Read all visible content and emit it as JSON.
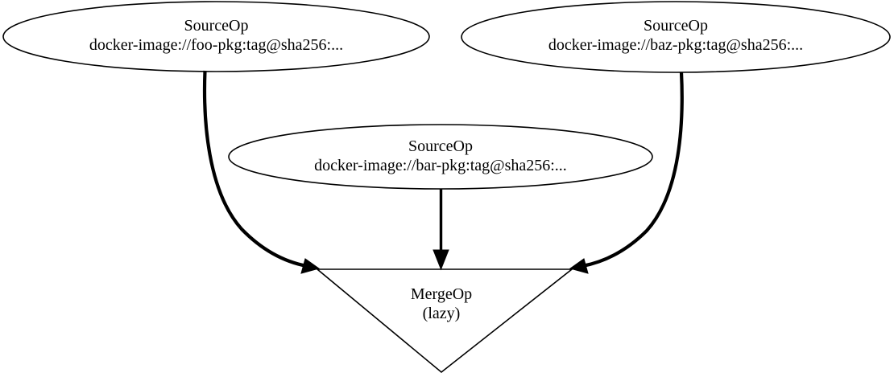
{
  "graph": {
    "title": "operation dependency graph",
    "background_color": "#ffffff",
    "stroke_color": "#000000",
    "nodes": [
      {
        "id": "source-foo",
        "shape": "ellipse",
        "line1": "SourceOp",
        "line2": "docker-image://foo-pkg:tag@sha256:..."
      },
      {
        "id": "source-baz",
        "shape": "ellipse",
        "line1": "SourceOp",
        "line2": "docker-image://baz-pkg:tag@sha256:..."
      },
      {
        "id": "source-bar",
        "shape": "ellipse",
        "line1": "SourceOp",
        "line2": "docker-image://bar-pkg:tag@sha256:..."
      },
      {
        "id": "merge-op",
        "shape": "inverted-triangle",
        "line1": "MergeOp",
        "line2": "(lazy)"
      }
    ],
    "edges": [
      {
        "id": "edge-foo-to-merge",
        "from": "source-foo",
        "to": "merge-op",
        "style": "thick-curve"
      },
      {
        "id": "edge-bar-to-merge",
        "from": "source-bar",
        "to": "merge-op",
        "style": "straight"
      },
      {
        "id": "edge-baz-to-merge",
        "from": "source-baz",
        "to": "merge-op",
        "style": "thick-curve"
      }
    ]
  }
}
